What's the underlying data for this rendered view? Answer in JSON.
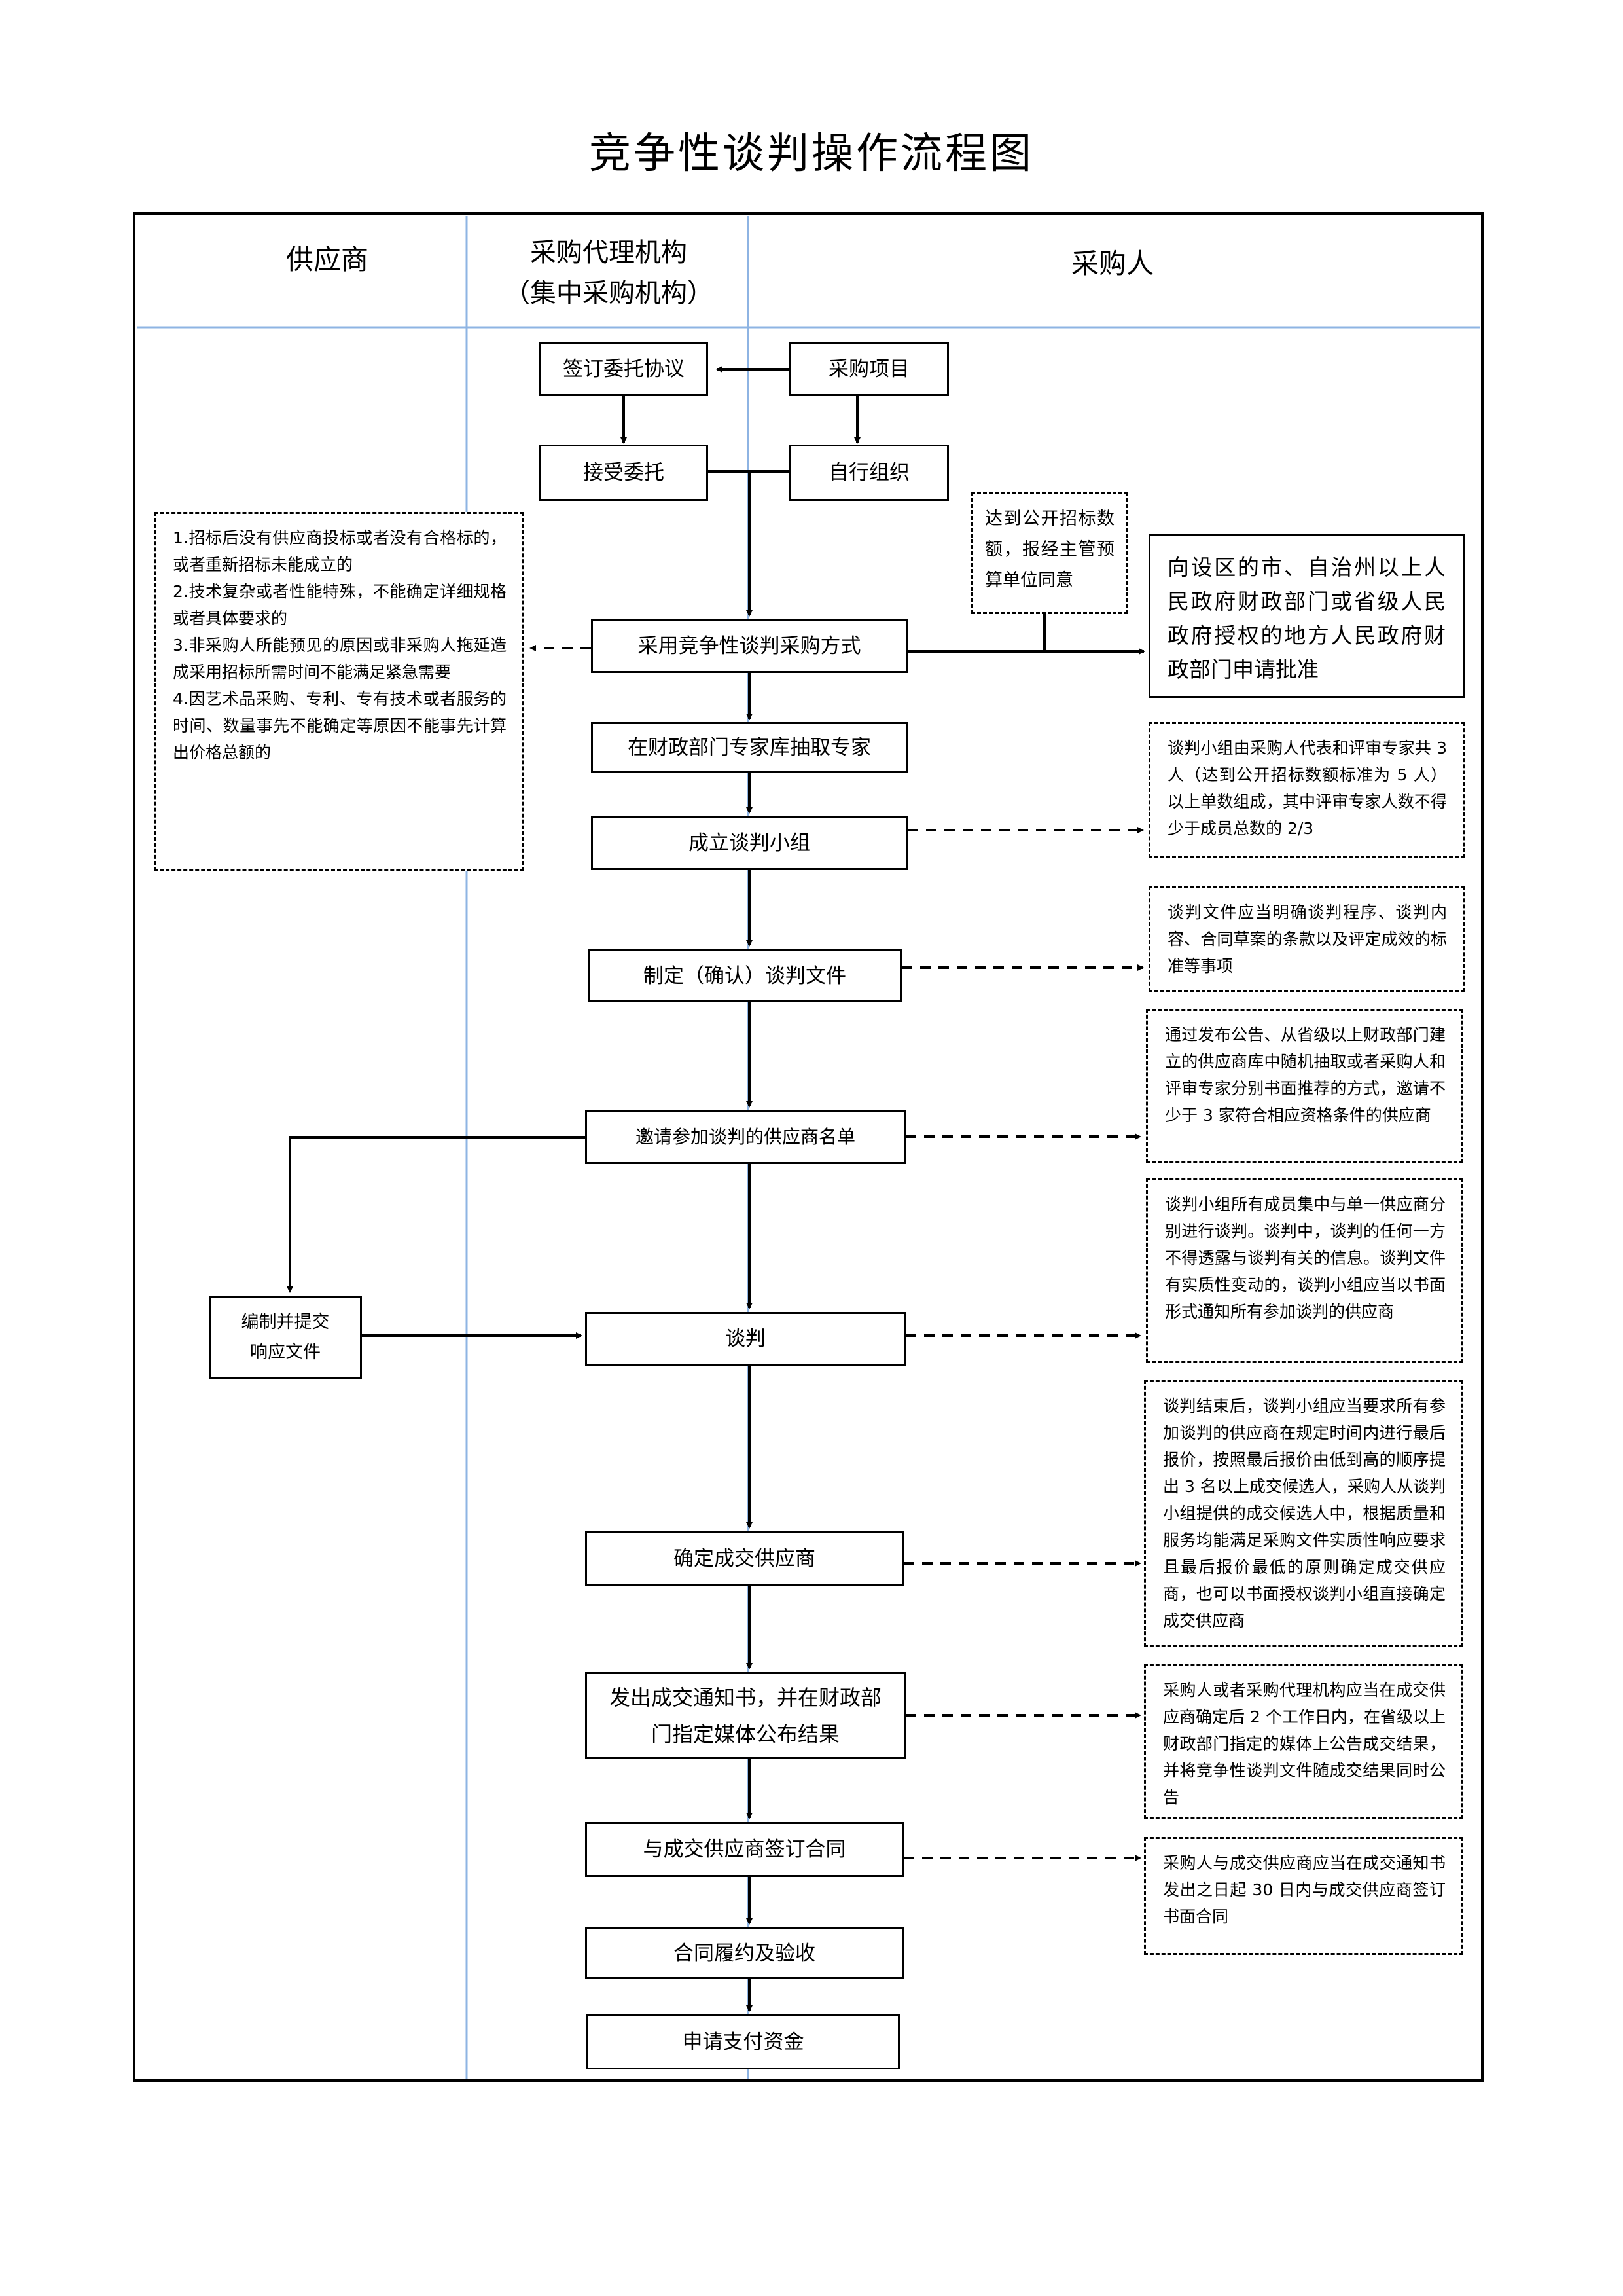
{
  "title": "竞争性谈判操作流程图",
  "lanes": {
    "supplier": "供应商",
    "agency_line1": "采购代理机构",
    "agency_line2": "（集中采购机构）",
    "purchaser": "采购人"
  },
  "steps": {
    "sign_agreement": "签订委托协议",
    "purchase_project": "采购项目",
    "accept_entrust": "接受委托",
    "self_organize": "自行组织",
    "adopt_method": "采用竞争性谈判采购方式",
    "draw_experts": "在财政部门专家库抽取专家",
    "form_team": "成立谈判小组",
    "make_doc": "制定（确认）谈判文件",
    "invite_list": "邀请参加谈判的供应商名单",
    "prepare_response_line1": "编制并提交",
    "prepare_response_line2": "响应文件",
    "negotiate": "谈判",
    "determine_supplier": "确定成交供应商",
    "notice_line1": "发出成交通知书，并在财政部",
    "notice_line2": "门指定媒体公布结果",
    "sign_contract": "与成交供应商签订合同",
    "perform_accept": "合同履约及验收",
    "apply_payment": "申请支付资金"
  },
  "notes": {
    "conditions": [
      "1.招标后没有供应商投标或者没有合格标的，或者重新招标未能成立的",
      "2.技术复杂或者性能特殊，不能确定详细规格或者具体要求的",
      "3.非采购人所能预见的原因或非采购人拖延造成采用招标所需时间不能满足紧急需要",
      "4.因艺术品采购、专利、专有技术或者服务的时间、数量事先不能确定等原因不能事先计算出价格总额的"
    ],
    "threshold": "达到公开招标数额，报经主管预算单位同意",
    "approval": "向设区的市、自治州以上人民政府财政部门或省级人民政府授权的地方人民政府财政部门申请批准",
    "team": "谈判小组由采购人代表和评审专家共 3 人（达到公开招标数额标准为 5 人）以上单数组成，其中评审专家人数不得少于成员总数的 2/3",
    "doc": "谈判文件应当明确谈判程序、谈判内容、合同草案的条款以及评定成效的标准等事项",
    "invite": "通过发布公告、从省级以上财政部门建立的供应商库中随机抽取或者采购人和评审专家分别书面推荐的方式，邀请不少于 3 家符合相应资格条件的供应商",
    "negotiate": "谈判小组所有成员集中与单一供应商分别进行谈判。谈判中，谈判的任何一方不得透露与谈判有关的信息。谈判文件有实质性变动的，谈判小组应当以书面形式通知所有参加谈判的供应商",
    "determine": "谈判结束后，谈判小组应当要求所有参加谈判的供应商在规定时间内进行最后报价，按照最后报价由低到高的顺序提出 3 名以上成交候选人，采购人从谈判小组提供的成交候选人中，根据质量和服务均能满足采购文件实质性响应要求且最后报价最低的原则确定成交供应商，也可以书面授权谈判小组直接确定成交供应商",
    "notice": "采购人或者采购代理机构应当在成交供应商确定后 2 个工作日内，在省级以上财政部门指定的媒体上公告成交结果，并将竞争性谈判文件随成交结果同时公告",
    "contract": "采购人与成交供应商应当在成交通知书发出之日起 30 日内与成交供应商签订书面合同"
  },
  "colors": {
    "lane_divider": "#8eb4e3",
    "frame": "#000000"
  }
}
